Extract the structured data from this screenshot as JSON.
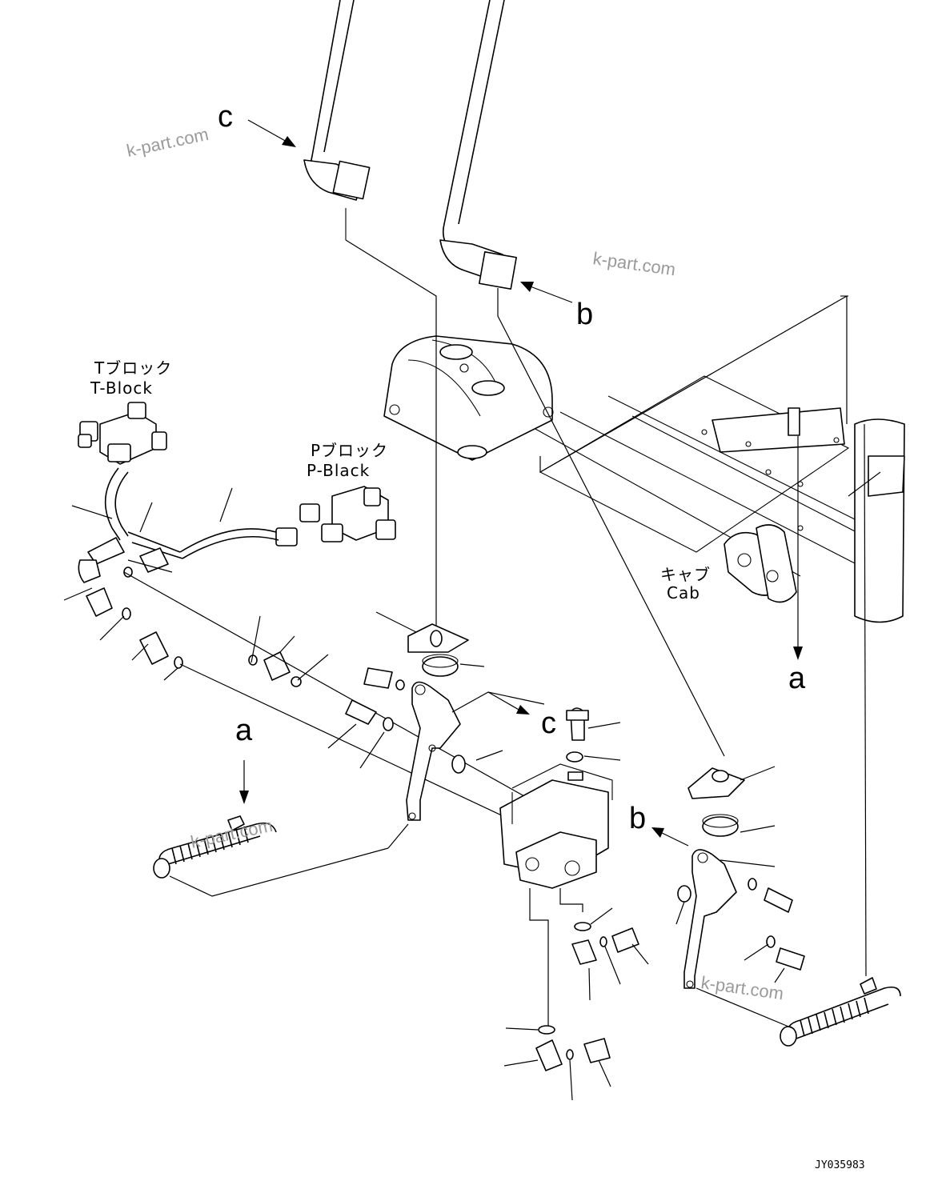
{
  "labels": {
    "t_block_jp": "Tブロック",
    "t_block_en": "T-Block",
    "p_block_jp": "Pブロック",
    "p_block_en": "P-Black",
    "cab_jp": "キャブ",
    "cab_en": "Cab",
    "ref_c_top": "c",
    "ref_b_top": "b",
    "ref_a_right": "a",
    "ref_a_left": "a",
    "ref_c_mid": "c",
    "ref_b_mid": "b"
  },
  "watermarks": {
    "top_left": "k-part.com",
    "top_right": "k-part.com",
    "mid_left": "k-part.com",
    "bottom_right": "k-part.com"
  },
  "drawing_code": "JY035983"
}
